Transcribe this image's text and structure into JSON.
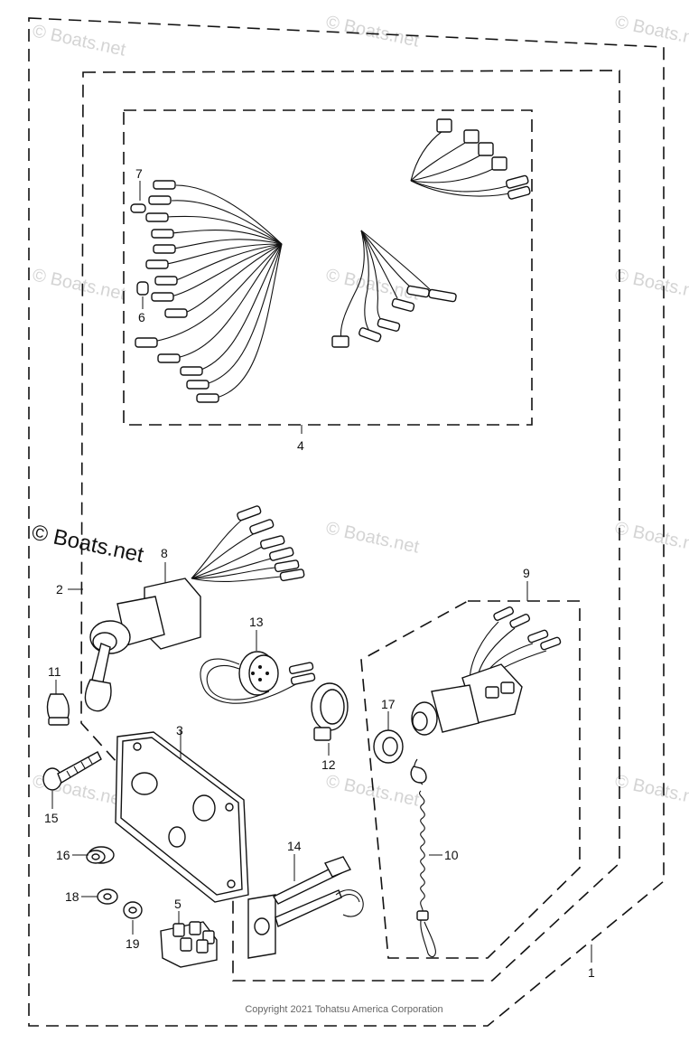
{
  "watermarks": {
    "text": "© Boats.net",
    "main_text": "© Boats.net"
  },
  "callouts": {
    "c1": "1",
    "c2": "2",
    "c3": "3",
    "c4": "4",
    "c5": "5",
    "c6": "6",
    "c7": "7",
    "c8": "8",
    "c9": "9",
    "c10": "10",
    "c11": "11",
    "c12": "12",
    "c13": "13",
    "c14": "14",
    "c15": "15",
    "c16": "16",
    "c17": "17",
    "c18": "18",
    "c19": "19"
  },
  "footer": {
    "copyright": "Copyright 2021 Tohatsu America Corporation"
  }
}
